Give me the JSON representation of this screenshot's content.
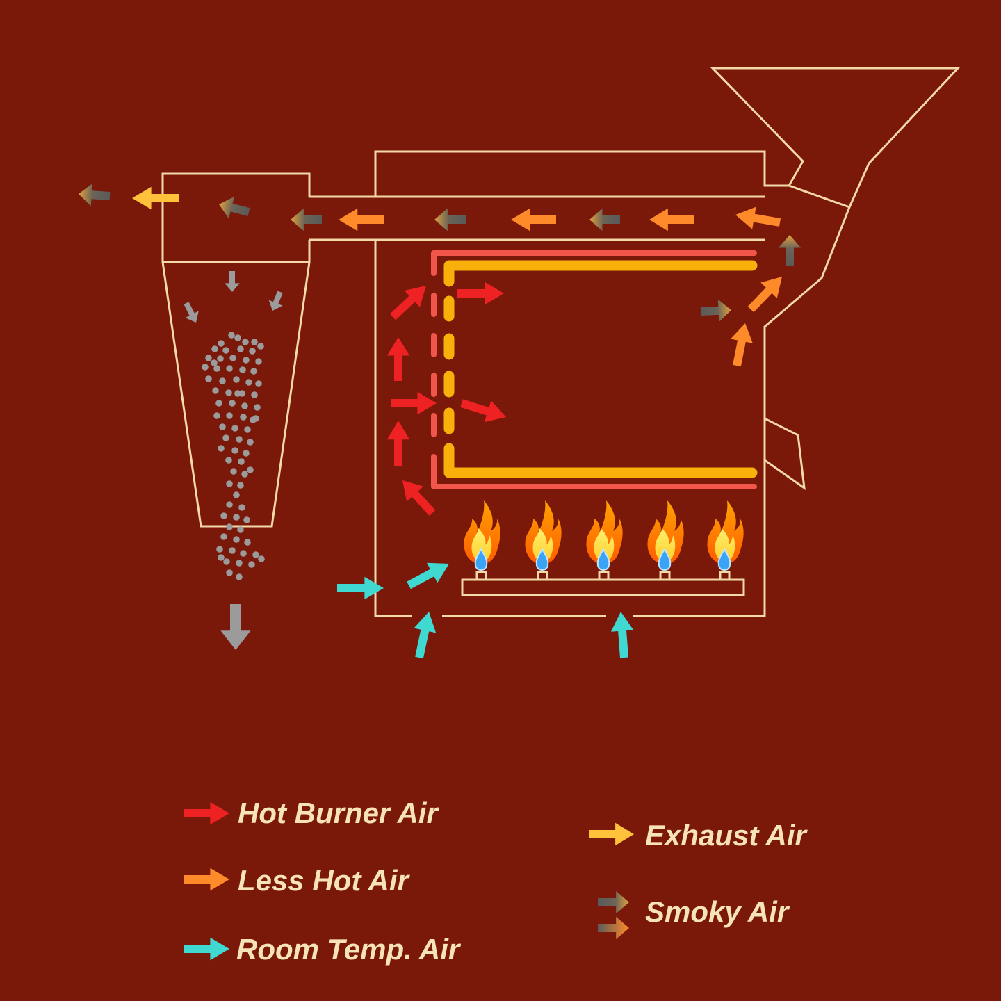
{
  "colors": {
    "background": "#7a180a",
    "outline": "#f3d9a8",
    "hot_burner_air": "#ee2222",
    "less_hot_air": "#ff8a2a",
    "room_temp_air": "#40d9d2",
    "exhaust_air": "#ffc23a",
    "smoky_air": "#6a6a6a",
    "drum_outer": "#f2564a",
    "drum_inner": "#f7b10a",
    "particles": "#9b9b9b"
  },
  "legend": {
    "hot_burner_air": "Hot Burner Air",
    "less_hot_air": "Less Hot Air",
    "room_temp_air": "Room Temp. Air",
    "exhaust_air": "Exhaust Air",
    "smoky_air": "Smoky Air"
  },
  "icons": {
    "flame": "flame-icon",
    "arrow": "arrow-icon",
    "particle": "bean-particle"
  }
}
